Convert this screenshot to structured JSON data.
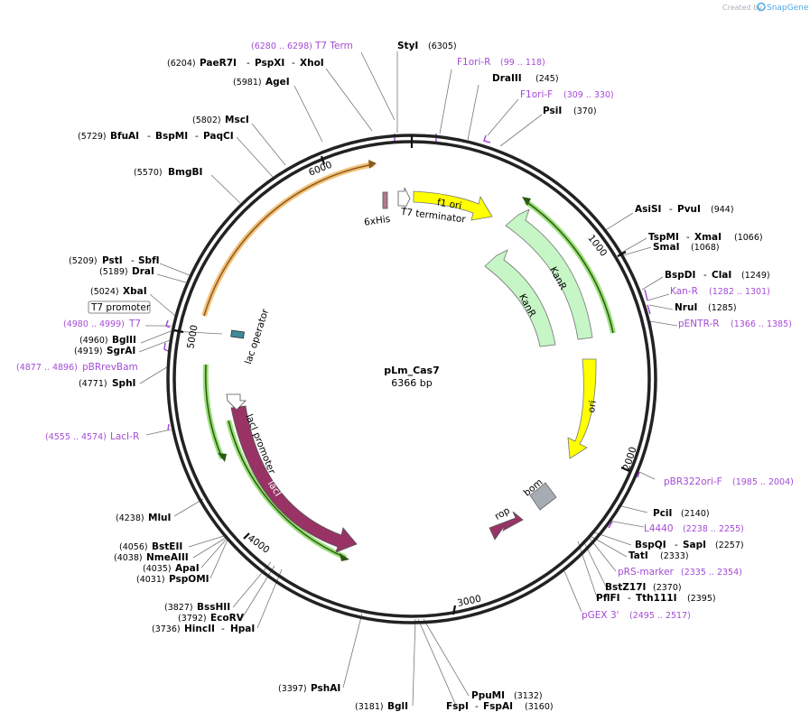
{
  "branding": {
    "created_by": "Created by",
    "app_name": "SnapGene"
  },
  "plasmid": {
    "name": "pLm_Cas7",
    "length": "6366 bp"
  },
  "tick_labels": [
    "1000",
    "2000",
    "3000",
    "4000",
    "5000",
    "6000"
  ],
  "features": [
    {
      "id": "f1ori",
      "label": "f1 ori",
      "color": "#ffff00"
    },
    {
      "id": "kanr-a",
      "label": "KanR",
      "color": "#c6f5c6"
    },
    {
      "id": "kanr-b",
      "label": "KanR",
      "color": "#c6f5c6"
    },
    {
      "id": "ori",
      "label": "ori",
      "color": "#ffff00"
    },
    {
      "id": "rop",
      "label": "rop",
      "color": "#993366"
    },
    {
      "id": "bom",
      "label": "bom",
      "color": "#a6acb3"
    },
    {
      "id": "laci",
      "label": "lacI",
      "color": "#993366"
    },
    {
      "id": "laci-promoter",
      "label": "lacI promoter",
      "color": "#ffffff"
    },
    {
      "id": "lac-operator",
      "label": "lac operator",
      "color": "#3d8a99"
    },
    {
      "id": "6xhis",
      "label": "6xHis",
      "color": "#b07b8c"
    },
    {
      "id": "t7-terminator",
      "label": "T7 terminator",
      "color": "#ffffff"
    },
    {
      "id": "t7-promoter",
      "label": "T7 promoter",
      "color": "#ffffff"
    }
  ],
  "sites": {
    "t7term": {
      "pos": "(6280 .. 6298)",
      "name": "T7 Term"
    },
    "styi": {
      "name": "StyI",
      "pos": "(6305)"
    },
    "f1ori-r": {
      "name": "F1ori-R",
      "pos": "(99 .. 118)"
    },
    "paer7i": {
      "pos": "(6204)",
      "name": "PaeR7I",
      "sep1": "-",
      "name2": "PspXI",
      "sep2": "-",
      "name3": "XhoI"
    },
    "draiii": {
      "name": "DraIII",
      "pos": "(245)"
    },
    "agei": {
      "pos": "(5981)",
      "name": "AgeI"
    },
    "f1ori-f": {
      "name": "F1ori-F",
      "pos": "(309 .. 330)"
    },
    "psii": {
      "name": "PsiI",
      "pos": "(370)"
    },
    "msci": {
      "pos": "(5802)",
      "name": "MscI"
    },
    "bfuai": {
      "pos": "(5729)",
      "name": "BfuAI",
      "sep1": "-",
      "name2": "BspMI",
      "sep2": "-",
      "name3": "PaqCI"
    },
    "bmgbi": {
      "pos": "(5570)",
      "name": "BmgBI"
    },
    "asisi": {
      "name": "AsiSI",
      "sep1": "-",
      "name2": "PvuI",
      "pos": "(944)"
    },
    "tspmi": {
      "name": "TspMI",
      "sep1": "-",
      "name2": "XmaI",
      "pos": "(1066)"
    },
    "smai": {
      "name": "SmaI",
      "pos": "(1068)"
    },
    "psti": {
      "pos": "(5209)",
      "name": "PstI",
      "sep1": "-",
      "name2": "SbfI"
    },
    "drai": {
      "pos": "(5189)",
      "name": "DraI"
    },
    "bspdi": {
      "name": "BspDI",
      "sep1": "-",
      "name2": "ClaI",
      "pos": "(1249)"
    },
    "kan-r": {
      "name": "Kan-R",
      "pos": "(1282 .. 1301)"
    },
    "xbai": {
      "pos": "(5024)",
      "name": "XbaI"
    },
    "nrui": {
      "name": "NruI",
      "pos": "(1285)"
    },
    "t7promoter-box": {
      "name": "T7 promoter"
    },
    "pentr-r": {
      "name": "pENTR-R",
      "pos": "(1366 .. 1385)"
    },
    "t7": {
      "pos": "(4980 .. 4999)",
      "name": "T7"
    },
    "bglii": {
      "pos": "(4960)",
      "name": "BglII"
    },
    "sgrai": {
      "pos": "(4919)",
      "name": "SgrAI"
    },
    "pbrrevbam": {
      "pos": "(4877 .. 4896)",
      "name": "pBRrevBam"
    },
    "sphi": {
      "pos": "(4771)",
      "name": "SphI"
    },
    "laci-r": {
      "pos": "(4555 .. 4574)",
      "name": "LacI-R"
    },
    "pbr322ori-f": {
      "name": "pBR322ori-F",
      "pos": "(1985 .. 2004)"
    },
    "mlui": {
      "pos": "(4238)",
      "name": "MluI"
    },
    "pcii": {
      "name": "PciI",
      "pos": "(2140)"
    },
    "l4440": {
      "name": "L4440",
      "pos": "(2238 .. 2255)"
    },
    "bsteii": {
      "pos": "(4056)",
      "name": "BstEII"
    },
    "bspqi": {
      "name": "BspQI",
      "sep1": "-",
      "name2": "SapI",
      "pos": "(2257)"
    },
    "nmeaiii": {
      "pos": "(4038)",
      "name": "NmeAIII"
    },
    "apai": {
      "pos": "(4035)",
      "name": "ApaI"
    },
    "tati": {
      "name": "TatI",
      "pos": "(2333)"
    },
    "pspomi": {
      "pos": "(4031)",
      "name": "PspOMI"
    },
    "prs-marker": {
      "name": "pRS-marker",
      "pos": "(2335 .. 2354)"
    },
    "bsshii": {
      "pos": "(3827)",
      "name": "BssHII"
    },
    "bstz17i": {
      "name": "BstZ17I",
      "pos": "(2370)"
    },
    "ecorv": {
      "pos": "(3792)",
      "name": "EcoRV"
    },
    "pflfi": {
      "name": "PflFI",
      "sep1": "-",
      "name2": "Tth111I",
      "pos": "(2395)"
    },
    "hincii": {
      "pos": "(3736)",
      "name": "HincII",
      "sep1": "-",
      "name2": "HpaI"
    },
    "pgex3": {
      "name": "pGEX 3'",
      "pos": "(2495 .. 2517)"
    },
    "pshai": {
      "pos": "(3397)",
      "name": "PshAI"
    },
    "ppumi": {
      "name": "PpuMI",
      "pos": "(3132)"
    },
    "bgli": {
      "pos": "(3181)",
      "name": "BglI"
    },
    "fspi": {
      "name": "FspI",
      "sep1": "-",
      "name2": "FspAI",
      "pos": "(3160)"
    }
  },
  "colors": {
    "primer": "#a44bd6",
    "backbone": "#222222",
    "green_glow": "#9be07a",
    "orange_glow": "#f2c27a"
  }
}
